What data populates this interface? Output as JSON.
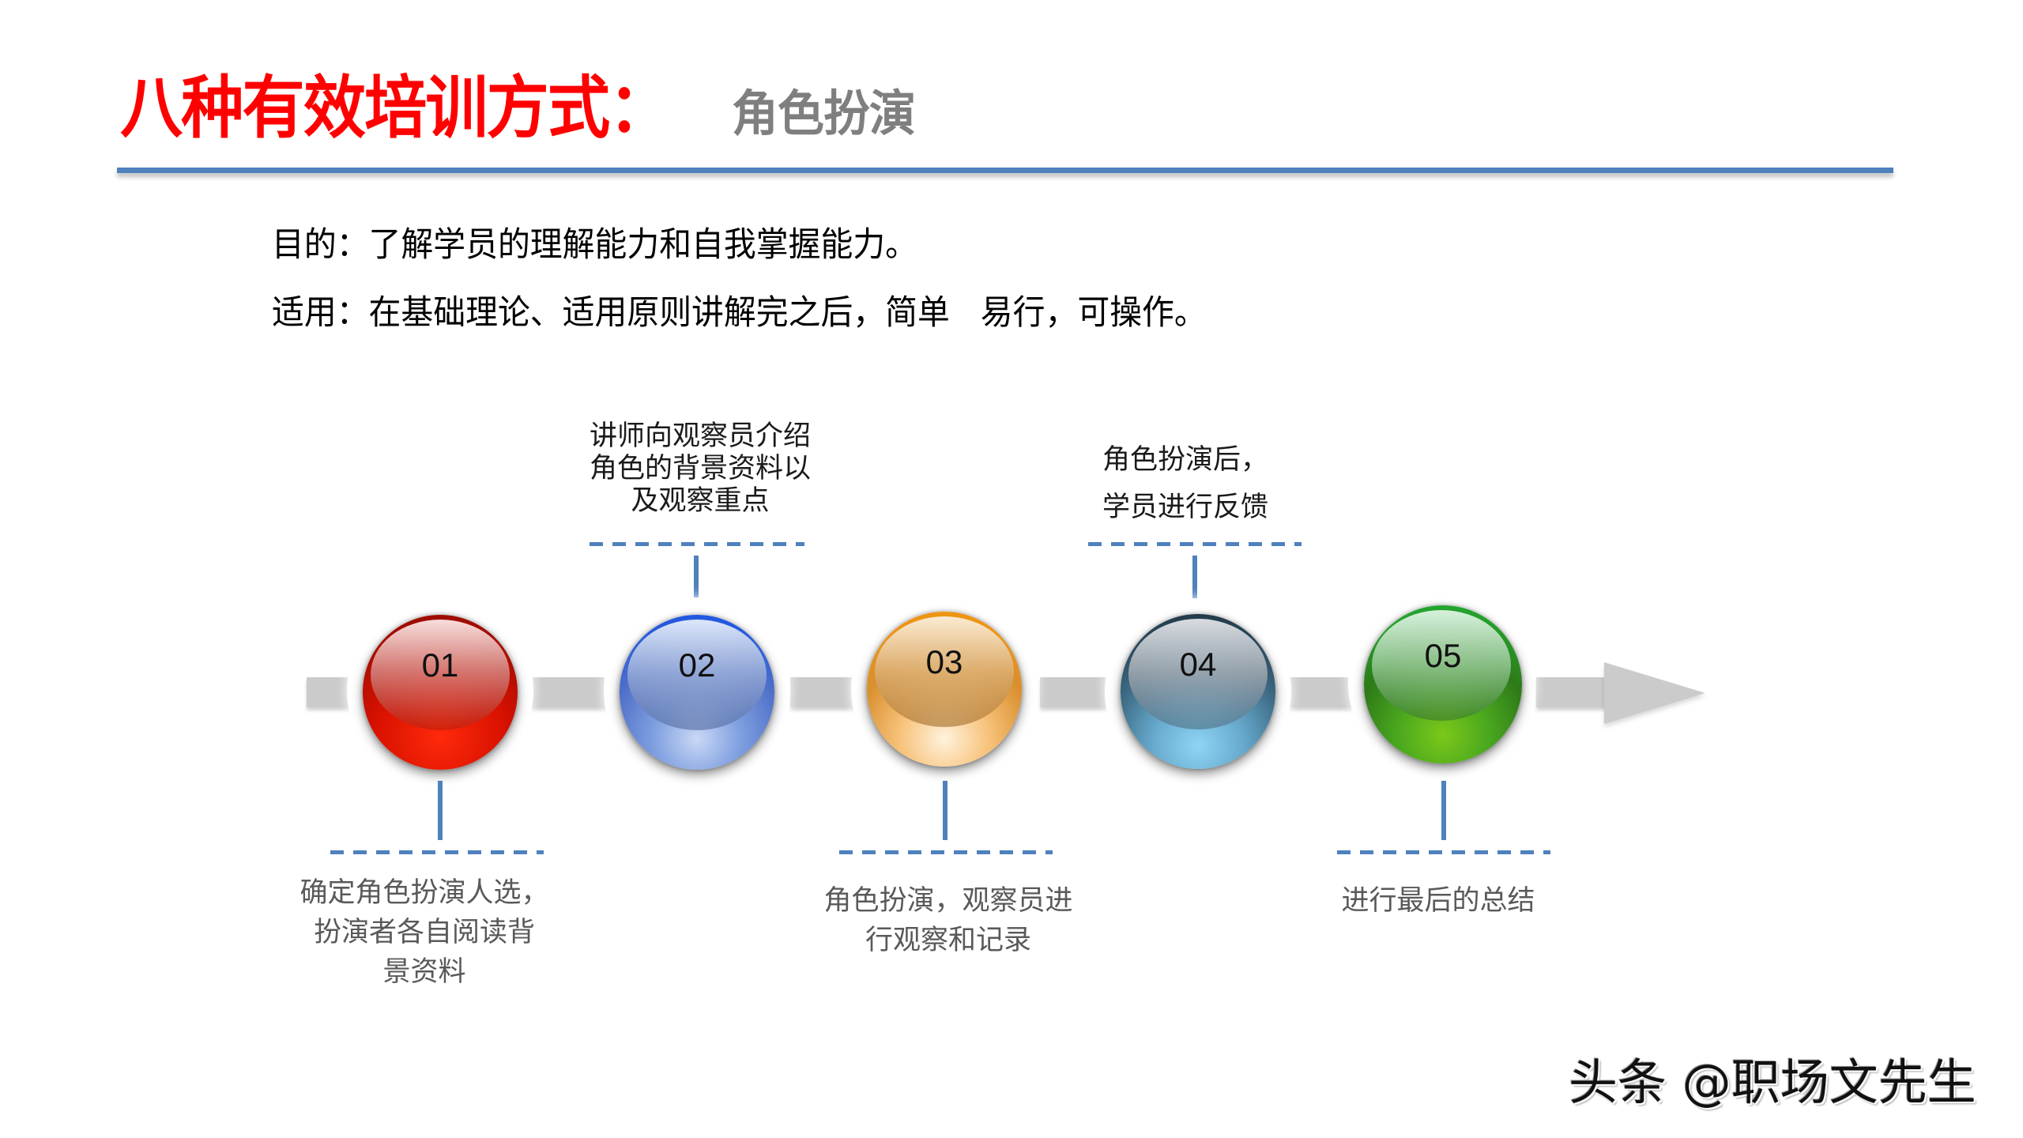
{
  "title": {
    "main": "八种有效培训方式：",
    "sub": "角色扮演"
  },
  "intro": {
    "purpose": "目的：了解学员的理解能力和自我掌握能力。",
    "applicable": "适用：在基础理论、适用原则讲解完之后，简单   易行，可操作。"
  },
  "colors": {
    "title_red": "#ff0000",
    "subtitle_gray": "#7f7f7f",
    "accent_blue": "#4f81bd",
    "bar_gray": "#cbcbcb"
  },
  "timeline": {
    "steps": [
      {
        "number": "01",
        "color": "red",
        "label_position": "below",
        "label": "确定角色扮演人选，\n扮演者各自阅读背\n景资料"
      },
      {
        "number": "02",
        "color": "blue",
        "label_position": "above",
        "label": "讲师向观察员介绍\n角色的背景资料以\n及观察重点"
      },
      {
        "number": "03",
        "color": "orange",
        "label_position": "below",
        "label": "角色扮演，观察员进\n行观察和记录"
      },
      {
        "number": "04",
        "color": "steel-blue",
        "label_position": "above",
        "label": "角色扮演后，\n学员进行反馈"
      },
      {
        "number": "05",
        "color": "green",
        "label_position": "below",
        "label": "进行最后的总结"
      }
    ]
  },
  "watermark": "头条 @职场文先生"
}
